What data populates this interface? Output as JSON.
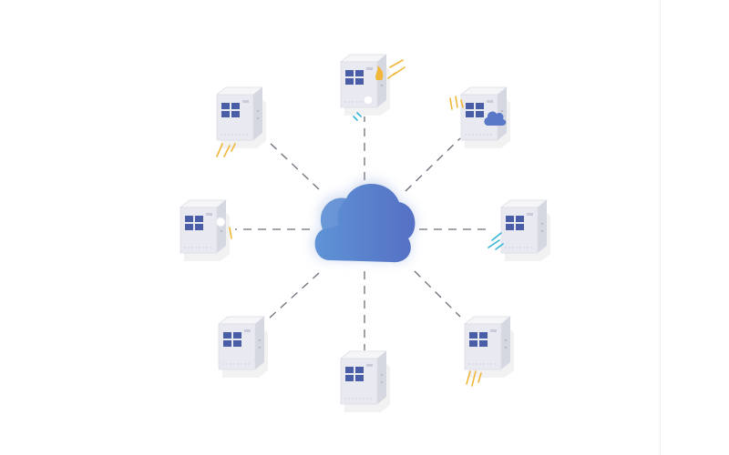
{
  "diagram": {
    "center": {
      "name": "cloud",
      "color_start": "#5f93d6",
      "color_end": "#5570c4"
    },
    "nodes": [
      {
        "name": "server-top",
        "accent": "cloud-sync-fire"
      },
      {
        "name": "server-top-left",
        "accent": "none"
      },
      {
        "name": "server-top-right",
        "accent": "cloud-badge"
      },
      {
        "name": "server-left",
        "accent": "cable-port"
      },
      {
        "name": "server-right",
        "accent": "cyan-signal"
      },
      {
        "name": "server-bottom-left",
        "accent": "none"
      },
      {
        "name": "server-bottom",
        "accent": "none"
      },
      {
        "name": "server-bottom-right",
        "accent": "yellow-signal"
      }
    ],
    "connector_style": "dashed",
    "colors": {
      "server_face": "#e9eaf1",
      "server_side": "#d5d7e1",
      "server_top": "#f6f6f9",
      "window": "#4a5ea8",
      "spark_yellow": "#f0b73a",
      "spark_cyan": "#38b4d8",
      "connector": "#6b6f7a"
    }
  }
}
